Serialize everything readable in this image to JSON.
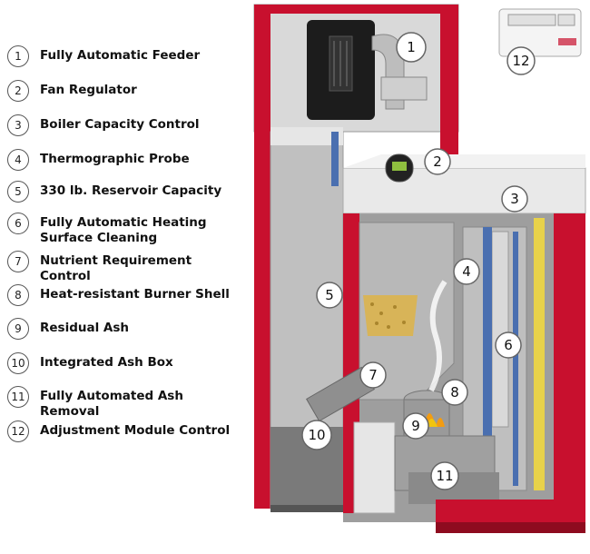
{
  "legend": [
    {
      "number": "1",
      "label": "Fully Automatic Feeder"
    },
    {
      "number": "2",
      "label": "Fan Regulator"
    },
    {
      "number": "3",
      "label": "Boiler Capacity Control"
    },
    {
      "number": "4",
      "label": "Thermographic Probe"
    },
    {
      "number": "5",
      "label": "330 lb. Reservoir Capacity"
    },
    {
      "number": "6",
      "label": "Fully Automatic Heating Surface Cleaning"
    },
    {
      "number": "7",
      "label": "Nutrient Requirement Control"
    },
    {
      "number": "8",
      "label": "Heat-resistant Burner Shell"
    },
    {
      "number": "9",
      "label": "Residual Ash"
    },
    {
      "number": "10",
      "label": "Integrated Ash Box"
    },
    {
      "number": "11",
      "label": "Fully Automated Ash Removal"
    },
    {
      "number": "12",
      "label": "Adjustment Module Control"
    }
  ],
  "callouts": [
    "1",
    "2",
    "3",
    "4",
    "5",
    "6",
    "7",
    "8",
    "9",
    "10",
    "11",
    "12"
  ],
  "colors": {
    "casing_red": "#c8102e",
    "dark_red": "#8e0b1f",
    "panel_grey": "#d9d9d9",
    "interior_grey": "#b4b4b4",
    "pellet": "#d8b458",
    "insulation_yellow": "#e8d24a",
    "blue_lining": "#4a6fb0"
  }
}
